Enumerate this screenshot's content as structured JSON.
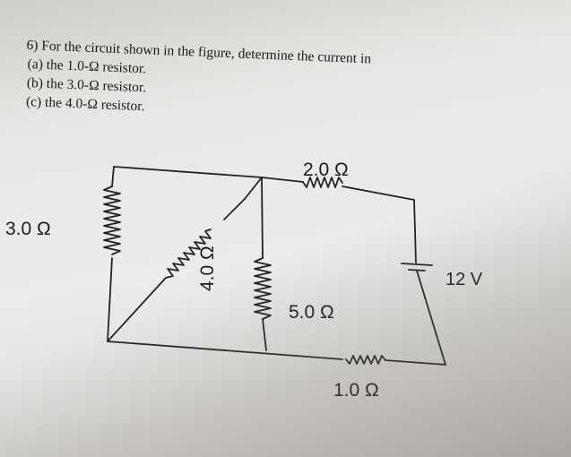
{
  "problem": {
    "question": "6) For the circuit shown in the figure, determine the current in",
    "part_a": "(a) the 1.0-Ω resistor.",
    "part_b": "(b) the 3.0-Ω resistor.",
    "part_c": "(c) the 4.0-Ω resistor."
  },
  "figure": {
    "r_top": "2.0 Ω",
    "r_left": "3.0 Ω",
    "r_diag": "4.0 Ω",
    "r_mid": "5.0 Ω",
    "r_bottom": "1.0 Ω",
    "battery": "12 V"
  }
}
